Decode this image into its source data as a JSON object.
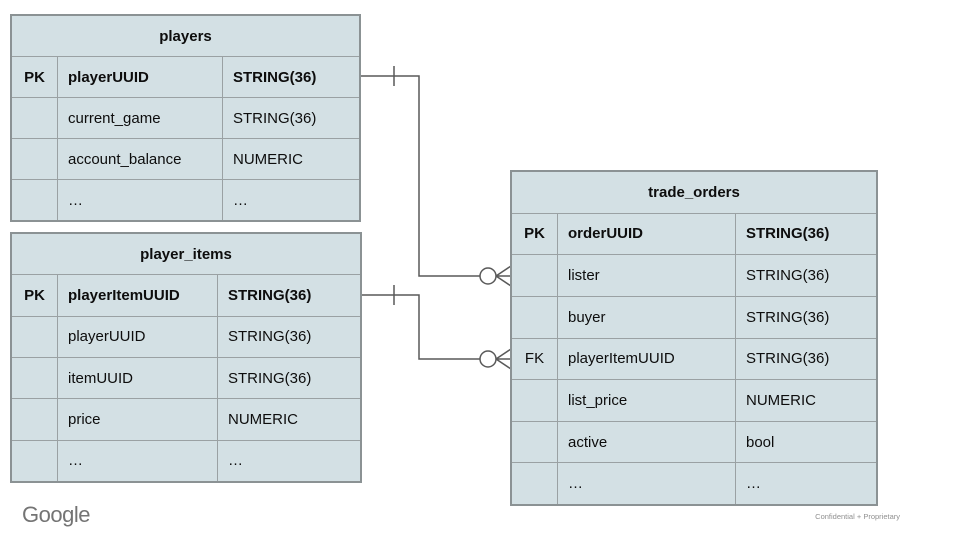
{
  "slide": {
    "footer": {
      "logo_text": "Google",
      "classification": "Confidential + Proprietary"
    }
  },
  "colors": {
    "table_fill": "#d3e0e4",
    "table_border": "#8b9294",
    "cell_border": "#9aa1a3",
    "connector": "#595959",
    "text": "#0d0d0d",
    "footer_gray": "#747474",
    "note_gray": "#909090"
  },
  "tables": [
    {
      "id": "players",
      "title": "players",
      "rows": [
        {
          "key": "PK",
          "field": "playerUUID",
          "type": "STRING(36)"
        },
        {
          "key": "",
          "field": "current_game",
          "type": "STRING(36)"
        },
        {
          "key": "",
          "field": "account_balance",
          "type": "NUMERIC"
        },
        {
          "key": "",
          "field": "…",
          "type": "…"
        }
      ]
    },
    {
      "id": "player_items",
      "title": "player_items",
      "rows": [
        {
          "key": "PK",
          "field": "playerItemUUID",
          "type": "STRING(36)"
        },
        {
          "key": "",
          "field": "playerUUID",
          "type": "STRING(36)"
        },
        {
          "key": "",
          "field": "itemUUID",
          "type": "STRING(36)"
        },
        {
          "key": "",
          "field": "price",
          "type": "NUMERIC"
        },
        {
          "key": "",
          "field": "…",
          "type": "…"
        }
      ]
    },
    {
      "id": "trade_orders",
      "title": "trade_orders",
      "rows": [
        {
          "key": "PK",
          "field": "orderUUID",
          "type": "STRING(36)"
        },
        {
          "key": "",
          "field": "lister",
          "type": "STRING(36)"
        },
        {
          "key": "",
          "field": "buyer",
          "type": "STRING(36)"
        },
        {
          "key": "FK",
          "field": "playerItemUUID",
          "type": "STRING(36)"
        },
        {
          "key": "",
          "field": "list_price",
          "type": "NUMERIC"
        },
        {
          "key": "",
          "field": "active",
          "type": "bool"
        },
        {
          "key": "",
          "field": "…",
          "type": "…"
        }
      ]
    }
  ],
  "relationships": [
    {
      "from_table": "players",
      "from_field": "playerUUID",
      "to_table": "trade_orders",
      "to_field": "lister",
      "from_cardinality": "one",
      "to_cardinality": "zero-or-many"
    },
    {
      "from_table": "player_items",
      "from_field": "playerItemUUID",
      "to_table": "trade_orders",
      "to_field": "playerItemUUID",
      "from_cardinality": "one",
      "to_cardinality": "zero-or-many"
    }
  ]
}
